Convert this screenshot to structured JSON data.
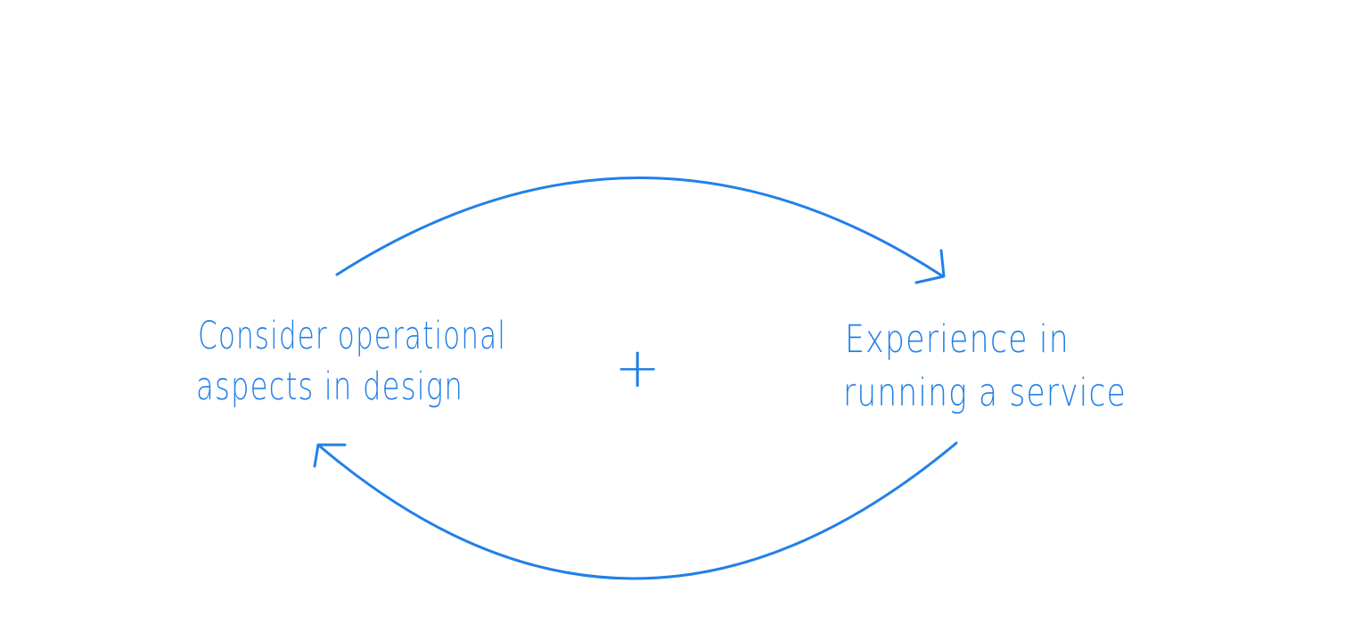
{
  "diagram": {
    "ink_color": "#2280E8",
    "left_node": {
      "line1": "Consider operational",
      "line2": "aspects in design"
    },
    "right_node": {
      "line1": "Experience in",
      "line2": "running a service"
    },
    "center_symbol": "+",
    "edges": [
      {
        "from": "left_node",
        "to": "right_node"
      },
      {
        "from": "right_node",
        "to": "left_node"
      }
    ]
  }
}
